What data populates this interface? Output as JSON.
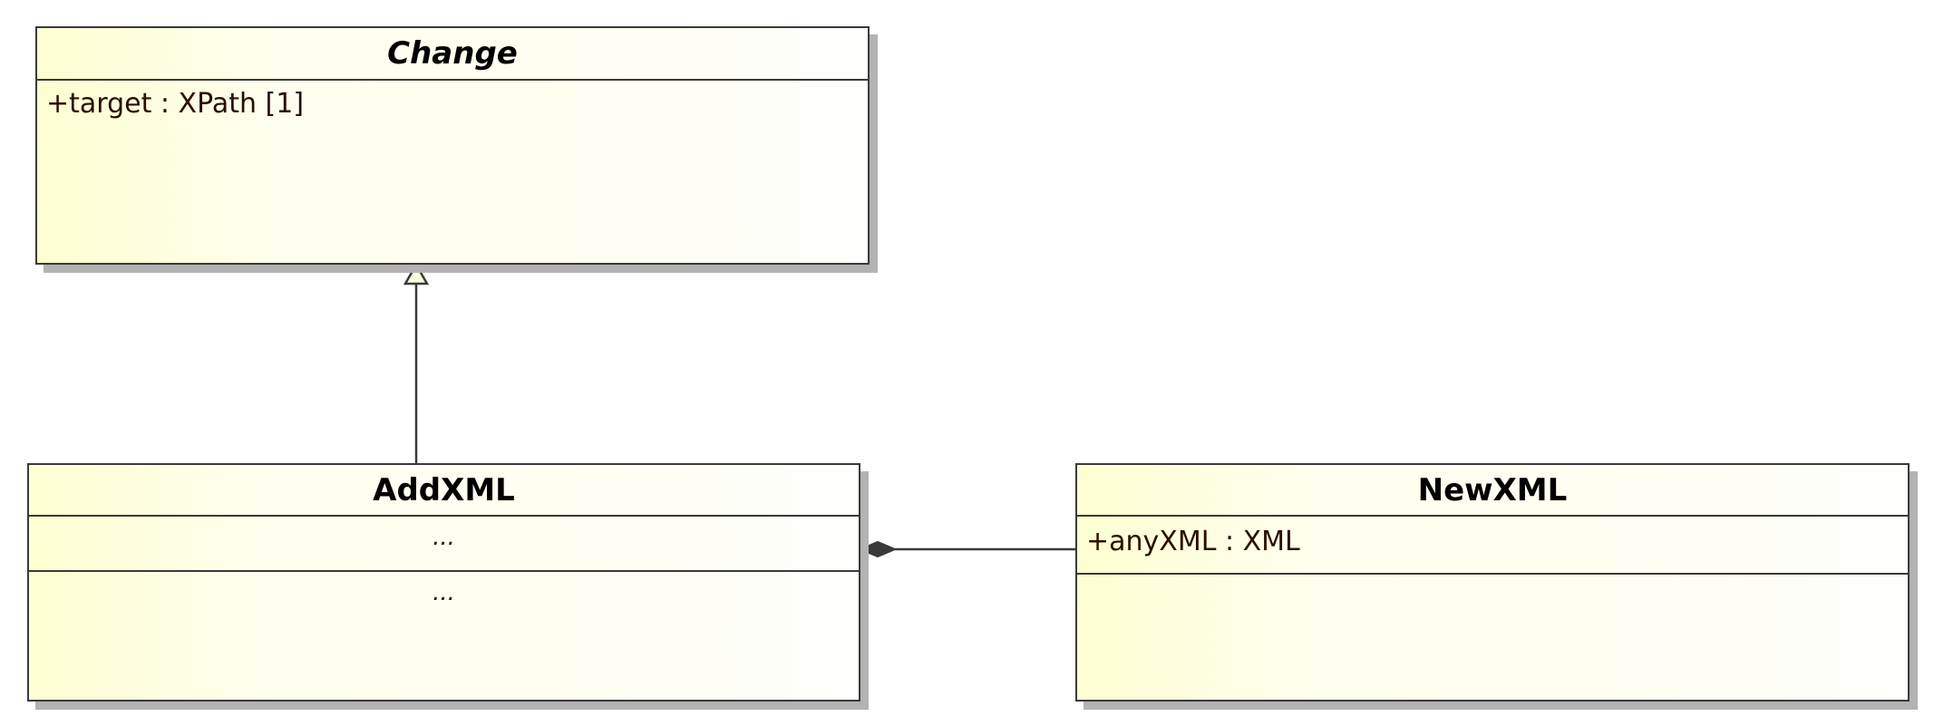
{
  "classes": {
    "change": {
      "name": "Change",
      "abstract": true,
      "attributes": [
        "+target : XPath [1]"
      ]
    },
    "addxml": {
      "name": "AddXML",
      "attributes_placeholder": "...",
      "operations_placeholder": "..."
    },
    "newxml": {
      "name": "NewXML",
      "attributes": [
        "+anyXML : XML"
      ]
    }
  },
  "relationships": [
    {
      "type": "generalization",
      "from": "AddXML",
      "to": "Change"
    },
    {
      "type": "composition",
      "whole": "AddXML",
      "part": "NewXML"
    }
  ]
}
